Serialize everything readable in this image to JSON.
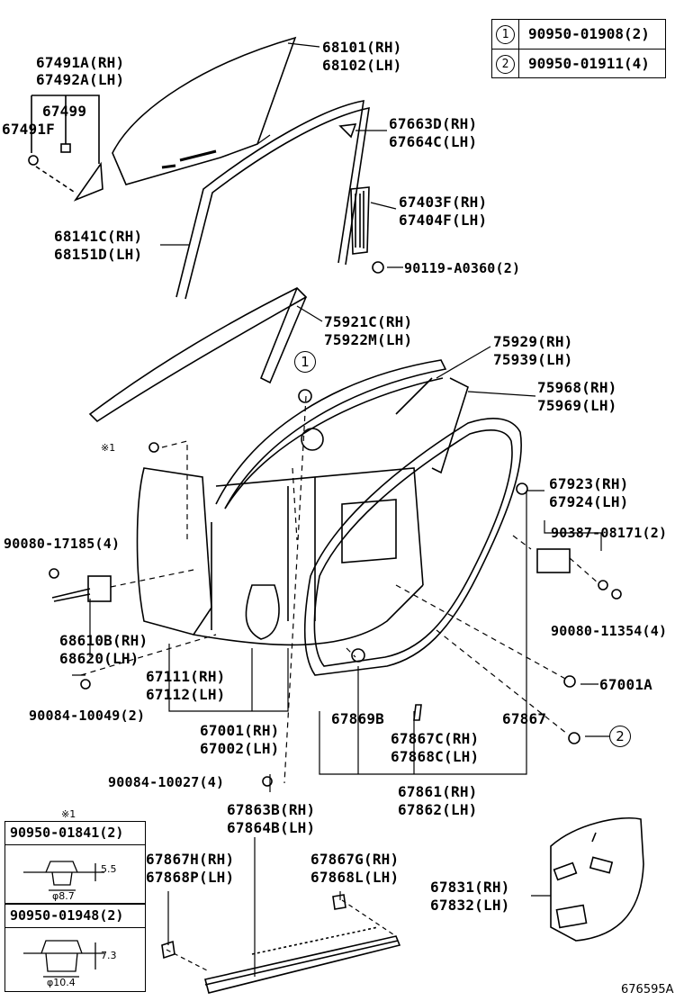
{
  "legend": [
    {
      "no": "1",
      "code": "90950-01908(2)"
    },
    {
      "no": "2",
      "code": "90950-01911(4)"
    }
  ],
  "labels": {
    "l67491a": "67491A(RH)",
    "l67492a": "67492A(LH)",
    "l67499": "67499",
    "l67491f": "67491F",
    "l68101": "68101(RH)",
    "l68102": "68102(LH)",
    "l67663d": "67663D(RH)",
    "l67664c": "67664C(LH)",
    "l67403f": "67403F(RH)",
    "l67404f": "67404F(LH)",
    "l90119": "90119-A0360(2)",
    "l68141c": "68141C(RH)",
    "l68151d": "68151D(LH)",
    "l75921c": "75921C(RH)",
    "l75922m": "75922M(LH)",
    "l75929": "75929(RH)",
    "l75939": "75939(LH)",
    "l75968": "75968(RH)",
    "l75969": "75969(LH)",
    "lnote1": "※1",
    "l67923": "67923(RH)",
    "l67924": "67924(LH)",
    "l90080_17185": "90080-17185(4)",
    "l90387": "90387-08171(2)",
    "l68610b": "68610B(RH)",
    "l68620": "68620(LH)",
    "l90080_11354": "90080-11354(4)",
    "l67111": "67111(RH)",
    "l67112": "67112(LH)",
    "l67001a": "67001A",
    "l90084_10049": "90084-10049(2)",
    "l67869b": "67869B",
    "l67867": "67867",
    "l67001": "67001(RH)",
    "l67002": "67002(LH)",
    "l67867c": "67867C(RH)",
    "l67868c": "67868C(LH)",
    "l90084_10027": "90084-10027(4)",
    "l67861": "67861(RH)",
    "l67862": "67862(LH)",
    "l67863b": "67863B(RH)",
    "l67864b": "67864B(LH)",
    "l67867h": "67867H(RH)",
    "l67868p": "67868P(LH)",
    "l67867g": "67867G(RH)",
    "l67868l": "67868L(LH)",
    "l67831": "67831(RH)",
    "l67832": "67832(LH)",
    "code": "676595A"
  },
  "callouts": {
    "one": "1",
    "two": "2"
  },
  "clips": {
    "note": "※1",
    "box1": {
      "code": "90950-01841(2)",
      "height": "5.5",
      "dia": "φ8.7"
    },
    "box2": {
      "code": "90950-01948(2)",
      "height": "7.3",
      "dia": "φ10.4"
    }
  }
}
